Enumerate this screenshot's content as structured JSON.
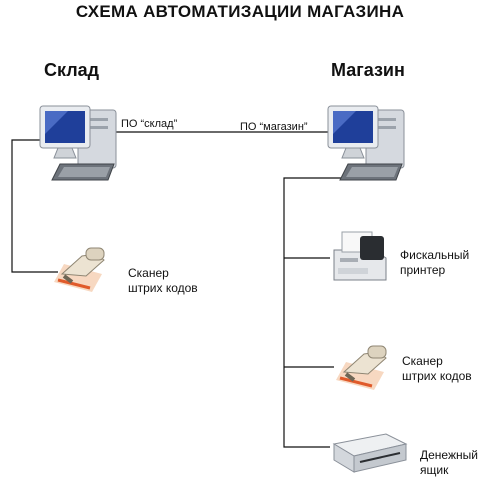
{
  "title": "СХЕМА АВТОМАТИЗАЦИИ МАГАЗИНА",
  "warehouse": {
    "heading": "Склад",
    "software_label": "ПО “склад”",
    "scanner": {
      "line1": "Сканер",
      "line2": "штрих кодов"
    }
  },
  "store": {
    "heading": "Магазин",
    "software_label": "ПО “магазин”",
    "fiscal_printer": {
      "line1": "Фискальный",
      "line2": "принтер"
    },
    "scanner": {
      "line1": "Сканер",
      "line2": "штрих кодов"
    },
    "cash_drawer": {
      "line1": "Денежный",
      "line2": "ящик"
    }
  }
}
